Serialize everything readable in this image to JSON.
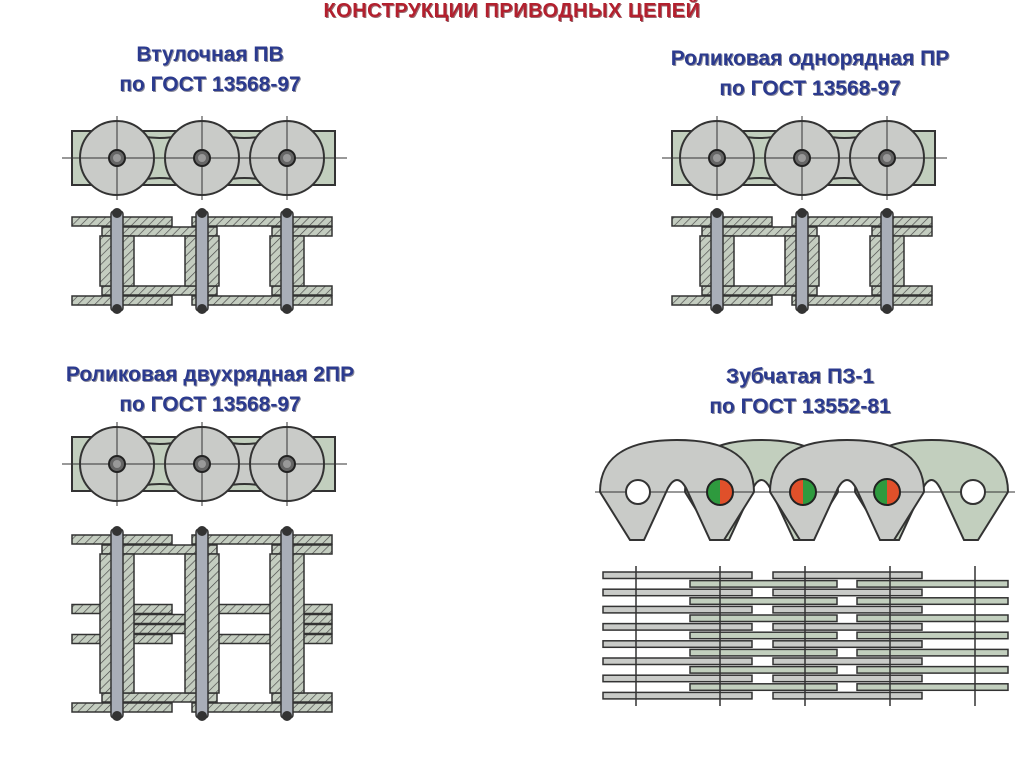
{
  "title": "КОНСТРУКЦИИ  ПРИВОДНЫХ ЦЕПЕЙ",
  "panels": [
    {
      "name": "Втулочная ПВ",
      "standard": "по ГОСТ 13568-97"
    },
    {
      "name": "Роликовая однорядная ПР",
      "standard": "по ГОСТ 13568-97"
    },
    {
      "name": "Роликовая двухрядная 2ПР",
      "standard": "по ГОСТ 13568-97"
    },
    {
      "name": "Зубчатая ПЗ-1",
      "standard": "по ГОСТ 13552-81"
    }
  ],
  "colors": {
    "title": "#b3202e",
    "caption": "#2b3a8e",
    "plate": "#c9cbc8",
    "outer_plate": "#c2cfbe",
    "pin": "#a9aeb8"
  }
}
